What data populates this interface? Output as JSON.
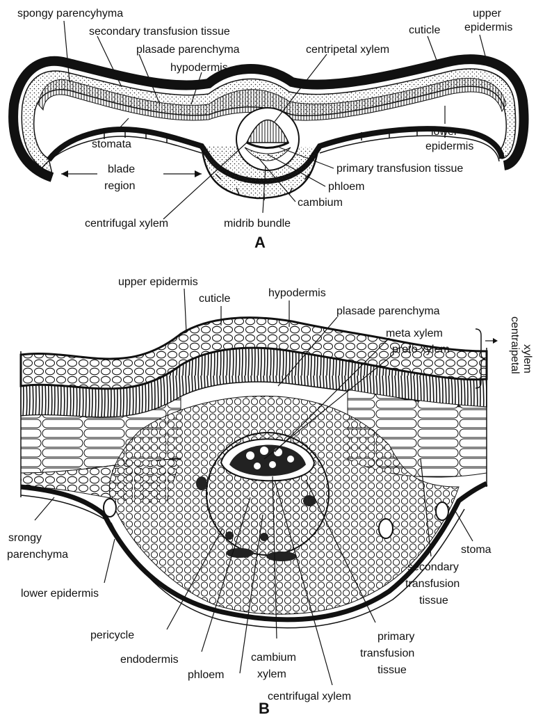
{
  "figure_a": {
    "caption": "A",
    "labels": {
      "spongy_parencyhyma": "spongy parencyhyma",
      "secondary_transfusion_tissue": "secondary transfusion tissue",
      "plasade_parenchyma": "plasade parenchyma",
      "hypodermis": "hypodermis",
      "centripetal_xylem": "centripetal xylem",
      "cuticle": "cuticle",
      "upper": "upper",
      "epidermis": "epidermis",
      "stomata": "stomata",
      "lower": "lower",
      "lower_epidermis": "epidermis",
      "blade": "blade",
      "region": "region",
      "primary_transfusion_tissue": "primary transfusion tissue",
      "phloem": "phloem",
      "cambium": "cambium",
      "centrifugal_xylem": "centrifugal xylem",
      "midrib_bundle": "midrib bundle"
    }
  },
  "figure_b": {
    "caption": "B",
    "labels": {
      "upper_epidermis": "upper epidermis",
      "cuticle": "cuticle",
      "hypodermis": "hypodermis",
      "plasade_parenchyma": "plasade parenchyma",
      "meta_xylem": "meta xylem",
      "proto_xylem": "proto xylem",
      "centraipetal": "centraipetal",
      "xylem_side": "xylem",
      "srongy": "srongy",
      "parenchyma": "parenchyma",
      "stoma": "stoma",
      "lower_epidermis": "lower epidermis",
      "secondary": "secondary",
      "transfusion": "transfusion",
      "tissue": "tissue",
      "pericycle": "pericycle",
      "endodermis": "endodermis",
      "phloem": "phloem",
      "cambium": "cambium",
      "xylem": "xylem",
      "primary": "primary",
      "transfusion2": "transfusion",
      "tissue2": "tissue",
      "centrifugal_xylem": "centrifugal xylem"
    }
  }
}
